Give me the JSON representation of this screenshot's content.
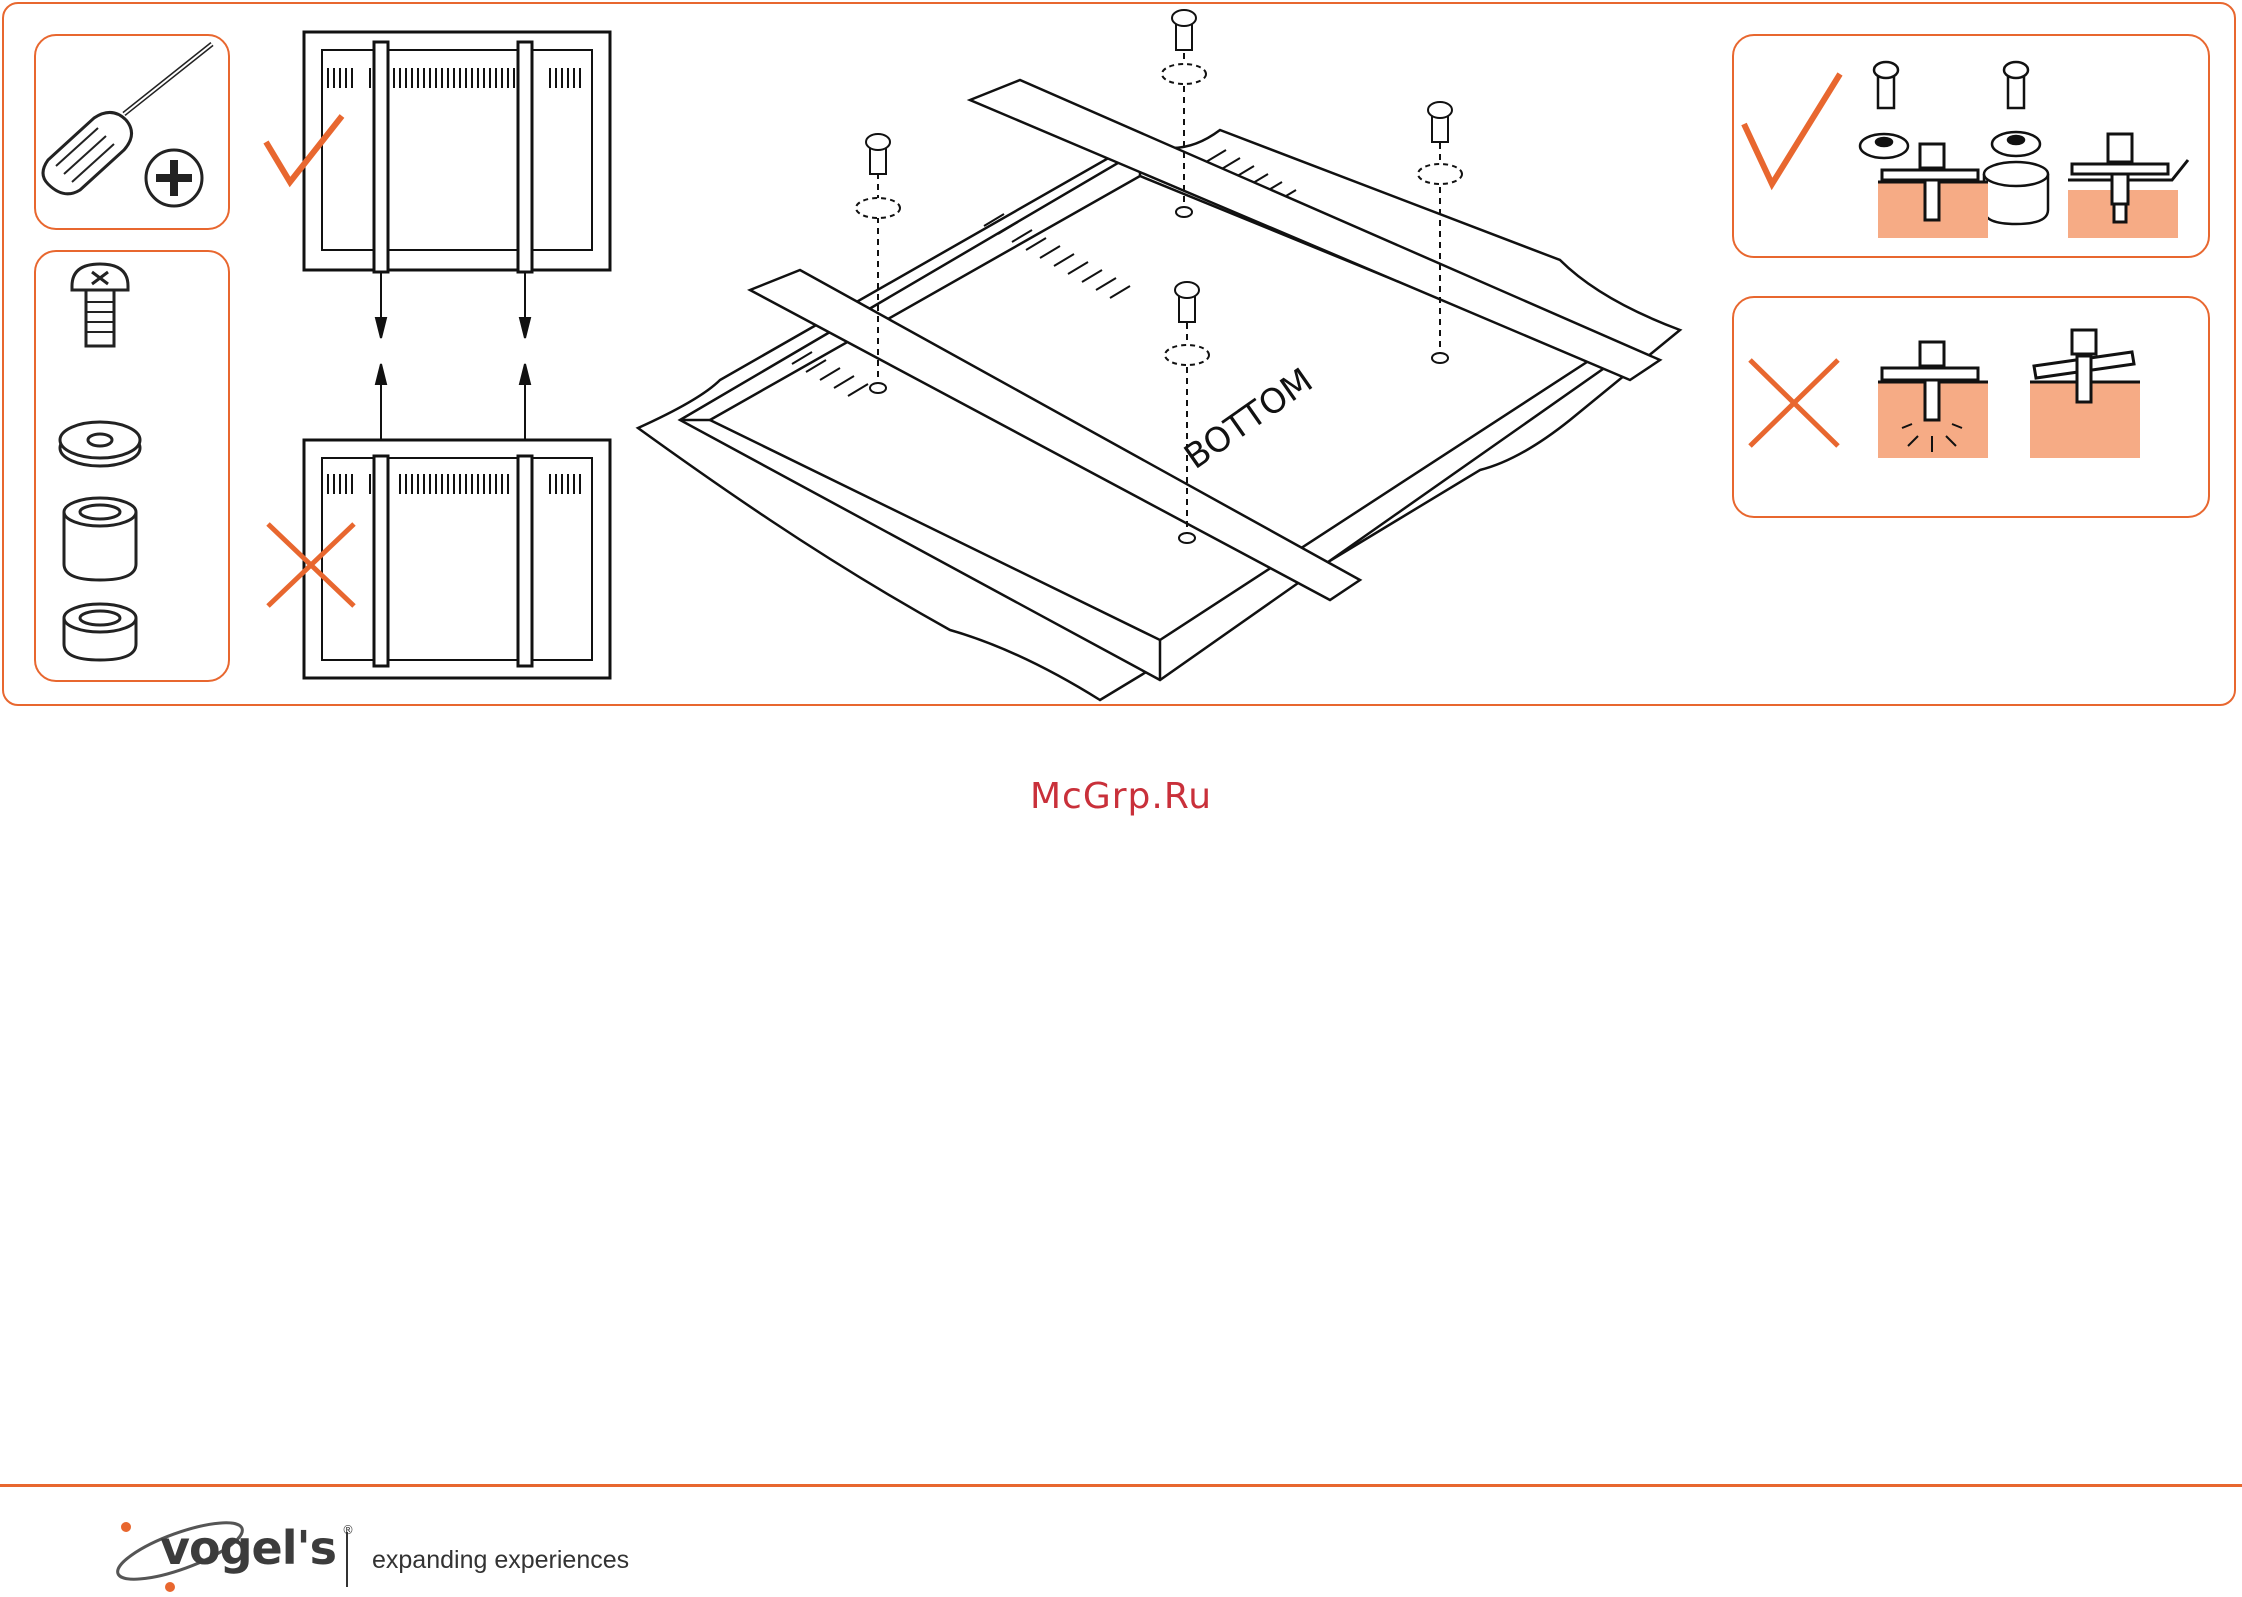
{
  "diagram": {
    "tv_label": "BOTTOM"
  },
  "watermark": {
    "text": "McGrp.Ru"
  },
  "footer": {
    "brand": "vogel's",
    "registered": "®",
    "tagline": "expanding experiences"
  },
  "colors": {
    "accent": "#e8672f",
    "fill_material": "#f6ab85",
    "watermark": "#c9303a"
  },
  "icons": {
    "tool": "phillips-screwdriver-icon",
    "ok_mark": "check-mark-icon",
    "wrong_mark": "cross-mark-icon"
  }
}
